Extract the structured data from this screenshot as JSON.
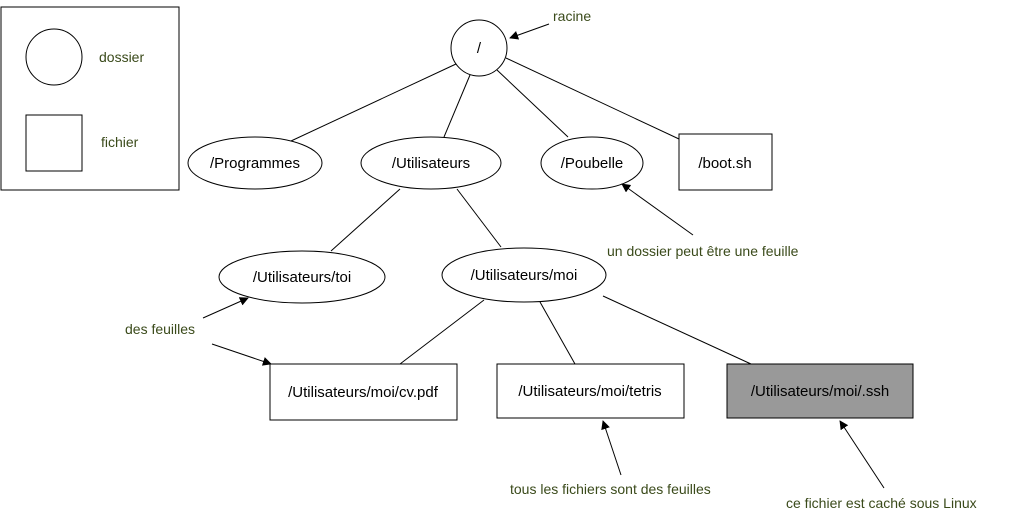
{
  "legend": {
    "folder_label": "dossier",
    "file_label": "fichier"
  },
  "nodes": {
    "root": "/",
    "programmes": "/Programmes",
    "utilisateurs": "/Utilisateurs",
    "poubelle": "/Poubelle",
    "boot": "/boot.sh",
    "toi": "/Utilisateurs/toi",
    "moi": "/Utilisateurs/moi",
    "cv": "/Utilisateurs/moi/cv.pdf",
    "tetris": "/Utilisateurs/moi/tetris",
    "ssh": "/Utilisateurs/moi/.ssh"
  },
  "annotations": {
    "racine": "racine",
    "dossier_feuille": "un dossier peut être une feuille",
    "des_feuilles": "des feuilles",
    "fichiers_feuilles": "tous les fichiers sont des feuilles",
    "cache": "ce fichier est caché sous Linux"
  },
  "colors": {
    "annotation_text": "#3a4a1a",
    "hidden_file_fill": "#999999",
    "stroke": "#000000"
  },
  "icons": {
    "folder_shape": "circle",
    "file_shape": "square"
  }
}
